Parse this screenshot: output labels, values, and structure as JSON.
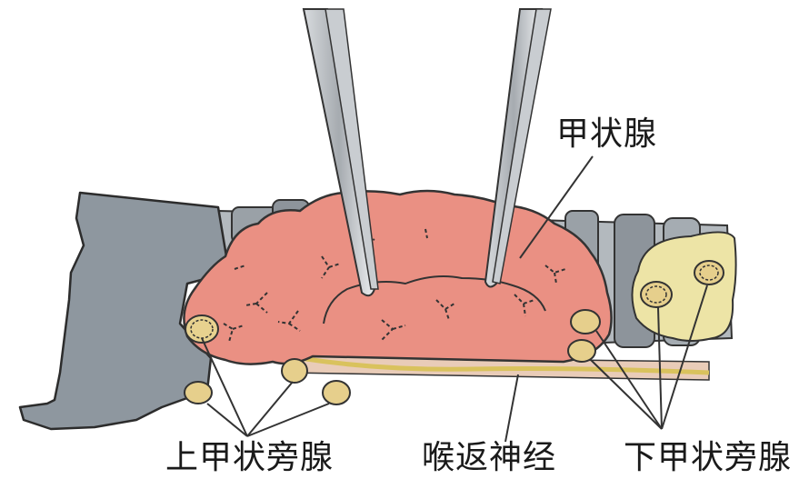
{
  "labels": {
    "thyroid": "甲状腺",
    "superior_parathyroid": "上甲状旁腺",
    "recurrent_laryngeal_nerve": "喉返神经",
    "inferior_parathyroid": "下甲状旁腺"
  },
  "colors": {
    "cartilage": "#8c959e",
    "trachea": "#aab0b6",
    "thyroid": "#e98f83",
    "parathyroid": "#e6cf8c",
    "nerve": "#d9c46a",
    "fat": "#ece3a8",
    "instrument": "#b9bdc1"
  }
}
